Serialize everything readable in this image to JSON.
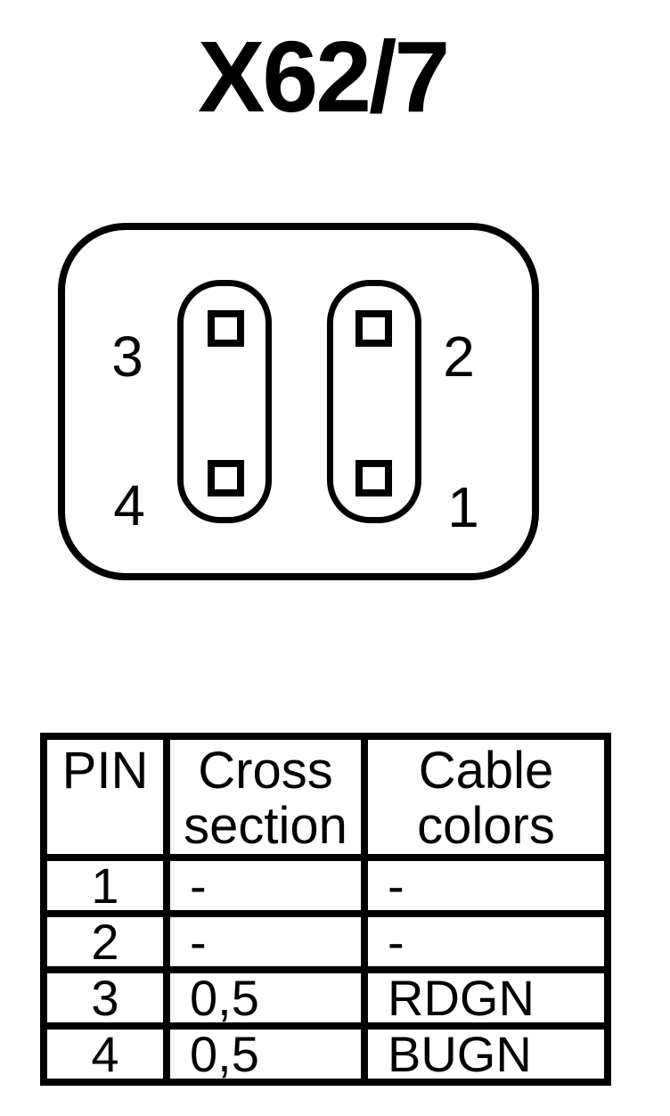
{
  "title": "X62/7",
  "connector": {
    "pin_labels": {
      "top_left": "3",
      "bottom_left": "4",
      "top_right": "2",
      "bottom_right": "1"
    }
  },
  "table": {
    "headers": [
      "PIN",
      "Cross section",
      "Cable colors"
    ],
    "rows": [
      {
        "pin": "1",
        "cross_section": "-",
        "cable_colors": "-"
      },
      {
        "pin": "2",
        "cross_section": "-",
        "cable_colors": "-"
      },
      {
        "pin": "3",
        "cross_section": "0,5",
        "cable_colors": "RDGN"
      },
      {
        "pin": "4",
        "cross_section": "0,5",
        "cable_colors": "BUGN"
      }
    ]
  },
  "colors": {
    "ink": "#000000",
    "background": "#ffffff"
  }
}
